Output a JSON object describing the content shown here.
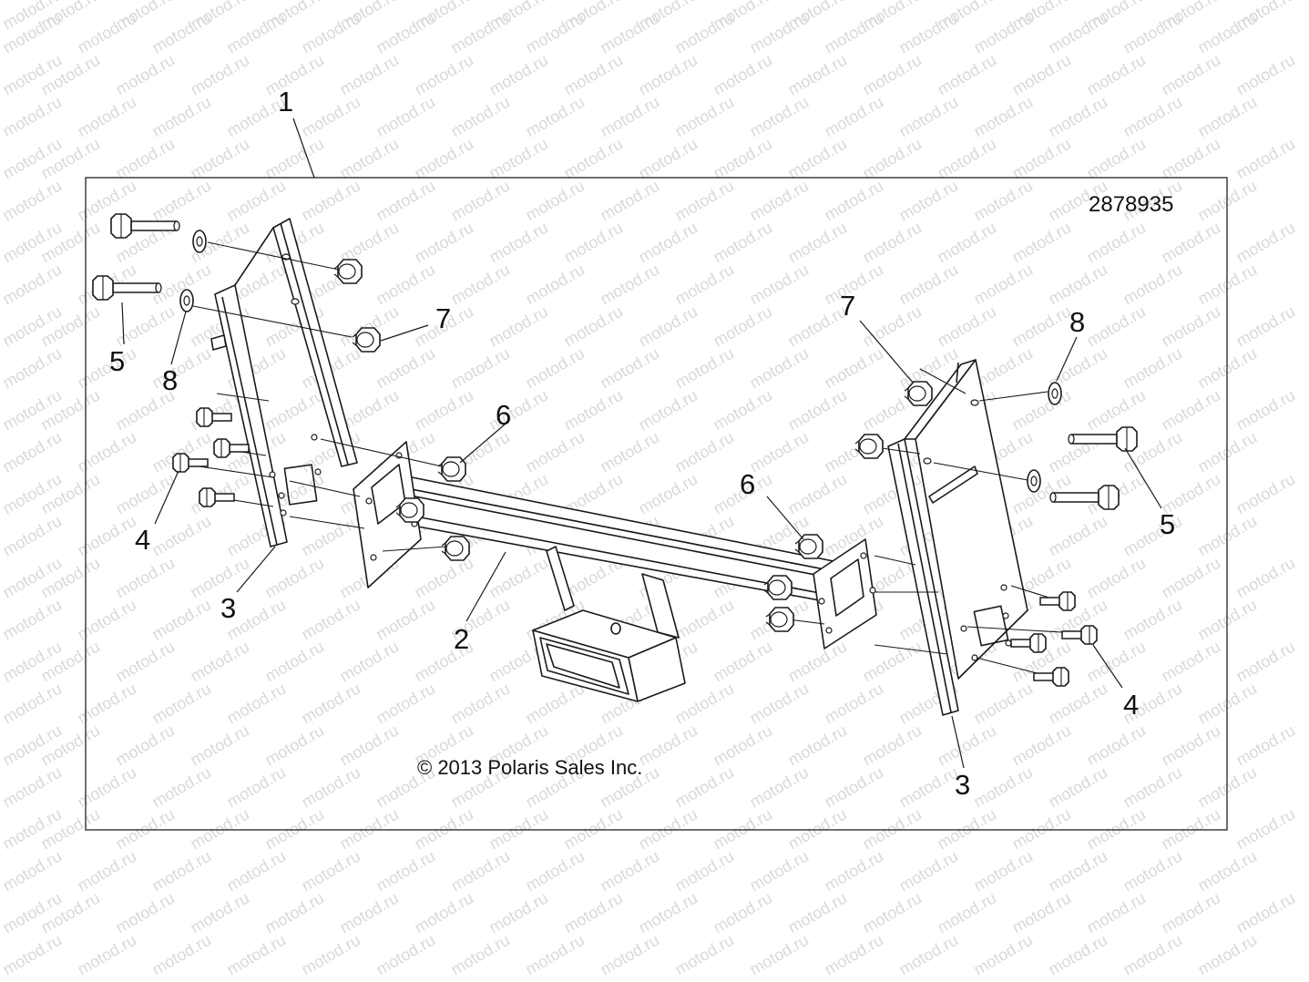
{
  "diagram": {
    "part_number": "2878935",
    "copyright": "© 2013 Polaris Sales Inc.",
    "watermark": "motod.ru",
    "callouts": {
      "c1": "1",
      "c2": "2",
      "c3_left": "3",
      "c3_right": "3",
      "c4_left": "4",
      "c4_right": "4",
      "c5_left": "5",
      "c5_right": "5",
      "c6_left": "6",
      "c6_right": "6",
      "c7_left": "7",
      "c7_right": "7",
      "c8_left": "8",
      "c8_right": "8"
    },
    "line_color": "#1a1a1a",
    "watermark_color": "#d9d9d9"
  }
}
